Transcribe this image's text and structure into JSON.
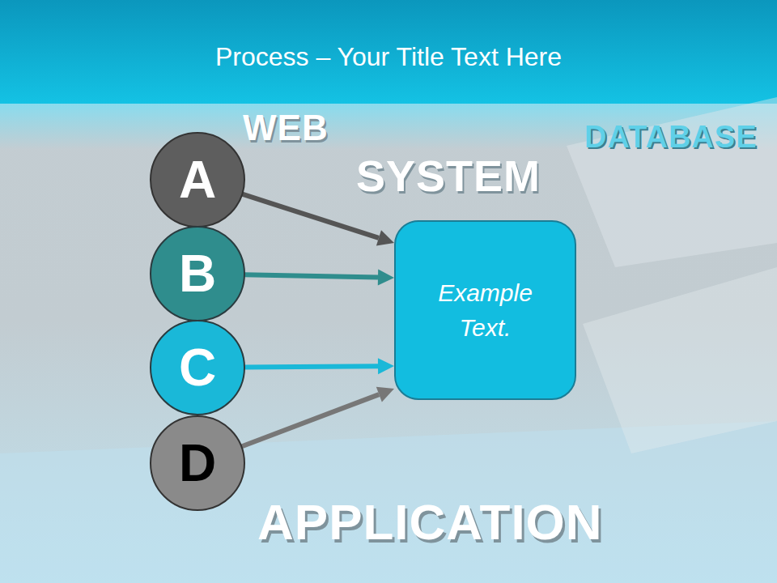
{
  "diagram": {
    "title": "Process – Your Title Text Here",
    "nodes": [
      {
        "text": [
          "A"
        ]
      },
      {
        "text": [
          "B"
        ]
      },
      {
        "text": [
          "C"
        ]
      },
      {
        "text": [
          "D"
        ]
      },
      {
        "text": [
          "Example Text."
        ]
      }
    ],
    "edges": [
      {
        "from": 0,
        "to": 4,
        "arrow": "to"
      },
      {
        "from": 1,
        "to": 4,
        "arrow": "to"
      },
      {
        "from": 2,
        "to": 4,
        "arrow": "to"
      },
      {
        "from": 3,
        "to": 4,
        "arrow": "to"
      }
    ],
    "labels": [
      "WEB",
      "SYSTEM",
      "DATABASE",
      "APPLICATION"
    ]
  }
}
